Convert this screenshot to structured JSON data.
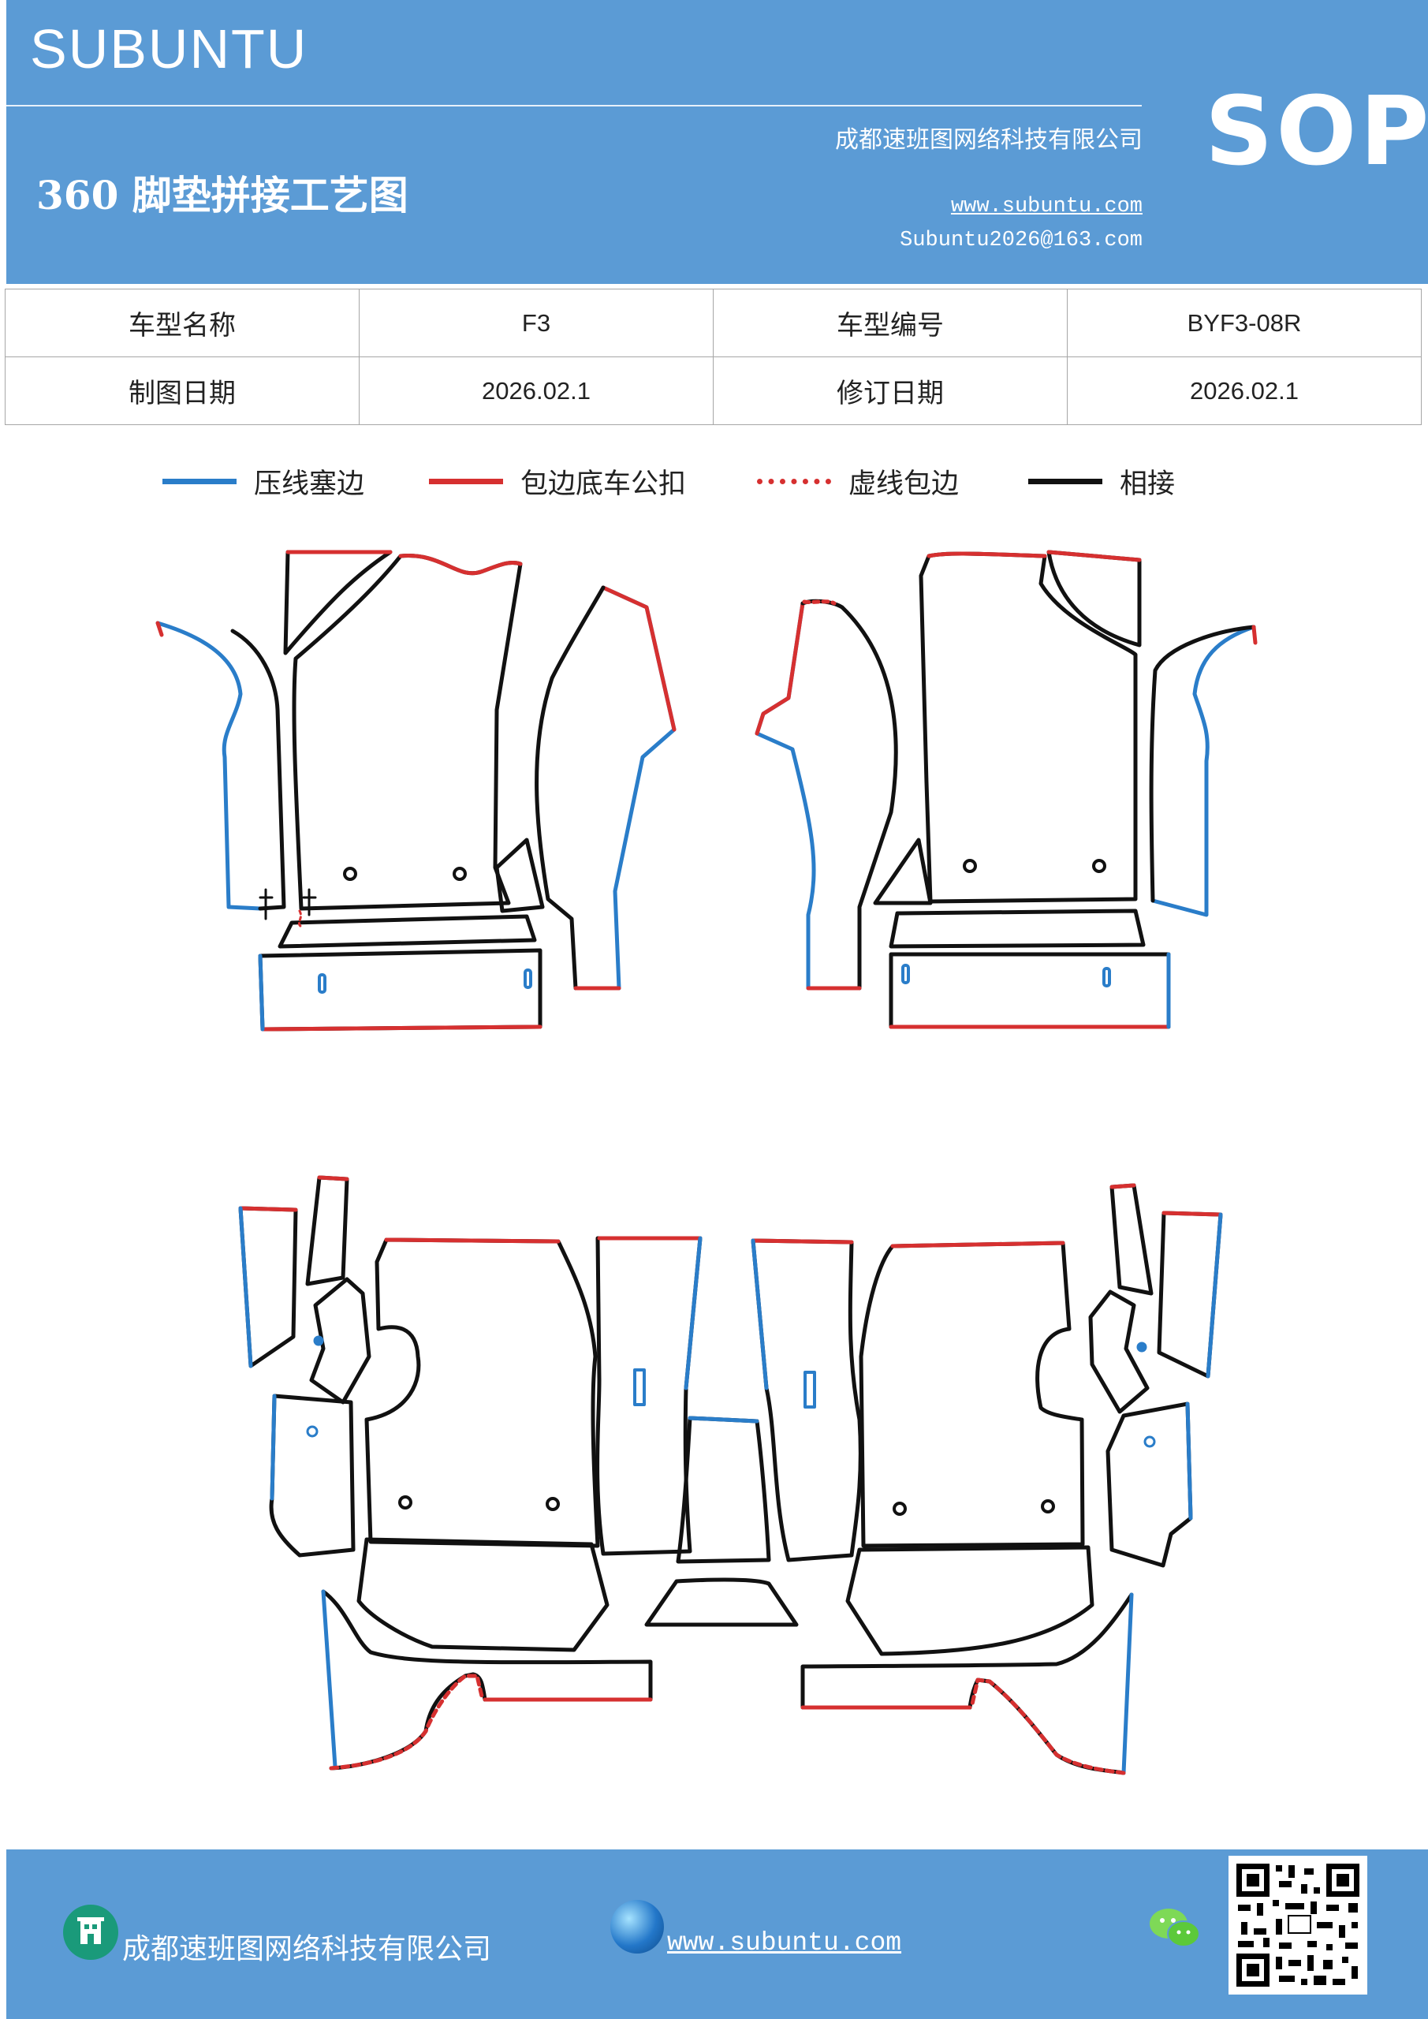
{
  "header": {
    "brand": "SUBUNTU",
    "title": "360 脚垫拼接工艺图",
    "company": "成都速班图网络科技有限公司",
    "website": "www.subuntu.com",
    "email": "Subuntu2026@163.com",
    "badge": "SOP",
    "bg_color": "#5b9bd5"
  },
  "info_table": {
    "model_name_label": "车型名称",
    "model_name_value": "F3",
    "model_code_label": "车型编号",
    "model_code_value": "BYF3-08R",
    "draw_date_label": "制图日期",
    "draw_date_value": "2026.02.1",
    "revise_date_label": "修订日期",
    "revise_date_value": "2026.02.1"
  },
  "legend": [
    {
      "label": "压线塞边",
      "color": "#2a7dc9",
      "style": "solid"
    },
    {
      "label": "包边底车公扣",
      "color": "#d63030",
      "style": "solid"
    },
    {
      "label": "虚线包边",
      "color": "#d63030",
      "style": "dotted"
    },
    {
      "label": "相接",
      "color": "#111111",
      "style": "solid"
    }
  ],
  "footer": {
    "company": "成都速班图网络科技有限公司",
    "website": "www.subuntu.com",
    "building_icon": "building-icon",
    "globe_icon": "globe-icon",
    "wechat_icon": "wechat-icon"
  }
}
